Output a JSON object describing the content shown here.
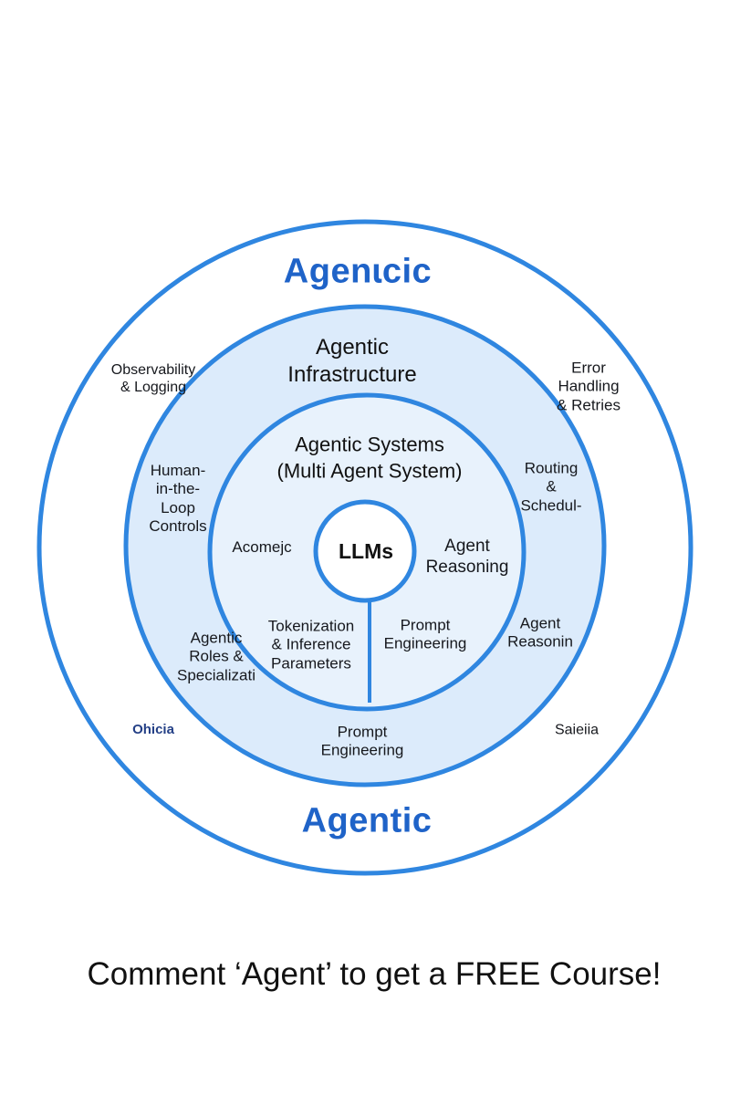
{
  "diagram": {
    "outer_title_top": "Agenɩcic",
    "outer_title_bottom": "Agentic",
    "infrastructure_title": "Agentic\nInfrastructure",
    "systems_title": "Agentic Systems\n(Multi Agent System)",
    "center": "LLMs",
    "outer_ring_labels": {
      "observability": "Observability\n& Logging",
      "error_handling": "Error\nHandling\n& Retries",
      "bottom_left": "Ohicia",
      "bottom_right": "Saieiia"
    },
    "infrastructure_labels": {
      "human_in_loop": "Human-\nin-the-\nLoop\nControls",
      "routing": "Routing\n&\nSchedul-",
      "roles": "Agentic\nRoles &\nSpecializati",
      "agent_reasoning": "Agent\nReasonin",
      "prompt_engineering": "Prompt\nEngineering"
    },
    "system_labels": {
      "left": "Acomejc",
      "agent_reasoning": "Agent\nReasoning",
      "tokenization": "Tokenization\n& Inference\nParameters",
      "prompt_engineering": "Prompt\nEngineering"
    },
    "colors": {
      "ring_stroke": "#2f86e0",
      "outer_fill": "#ffffff",
      "mid_fill": "#dcebfb",
      "inner_fill": "#e8f2fc",
      "center_fill": "#ffffff",
      "title_blue": "#1f63c8"
    }
  },
  "cta": "Comment ‘Agent’ to get a FREE Course!"
}
